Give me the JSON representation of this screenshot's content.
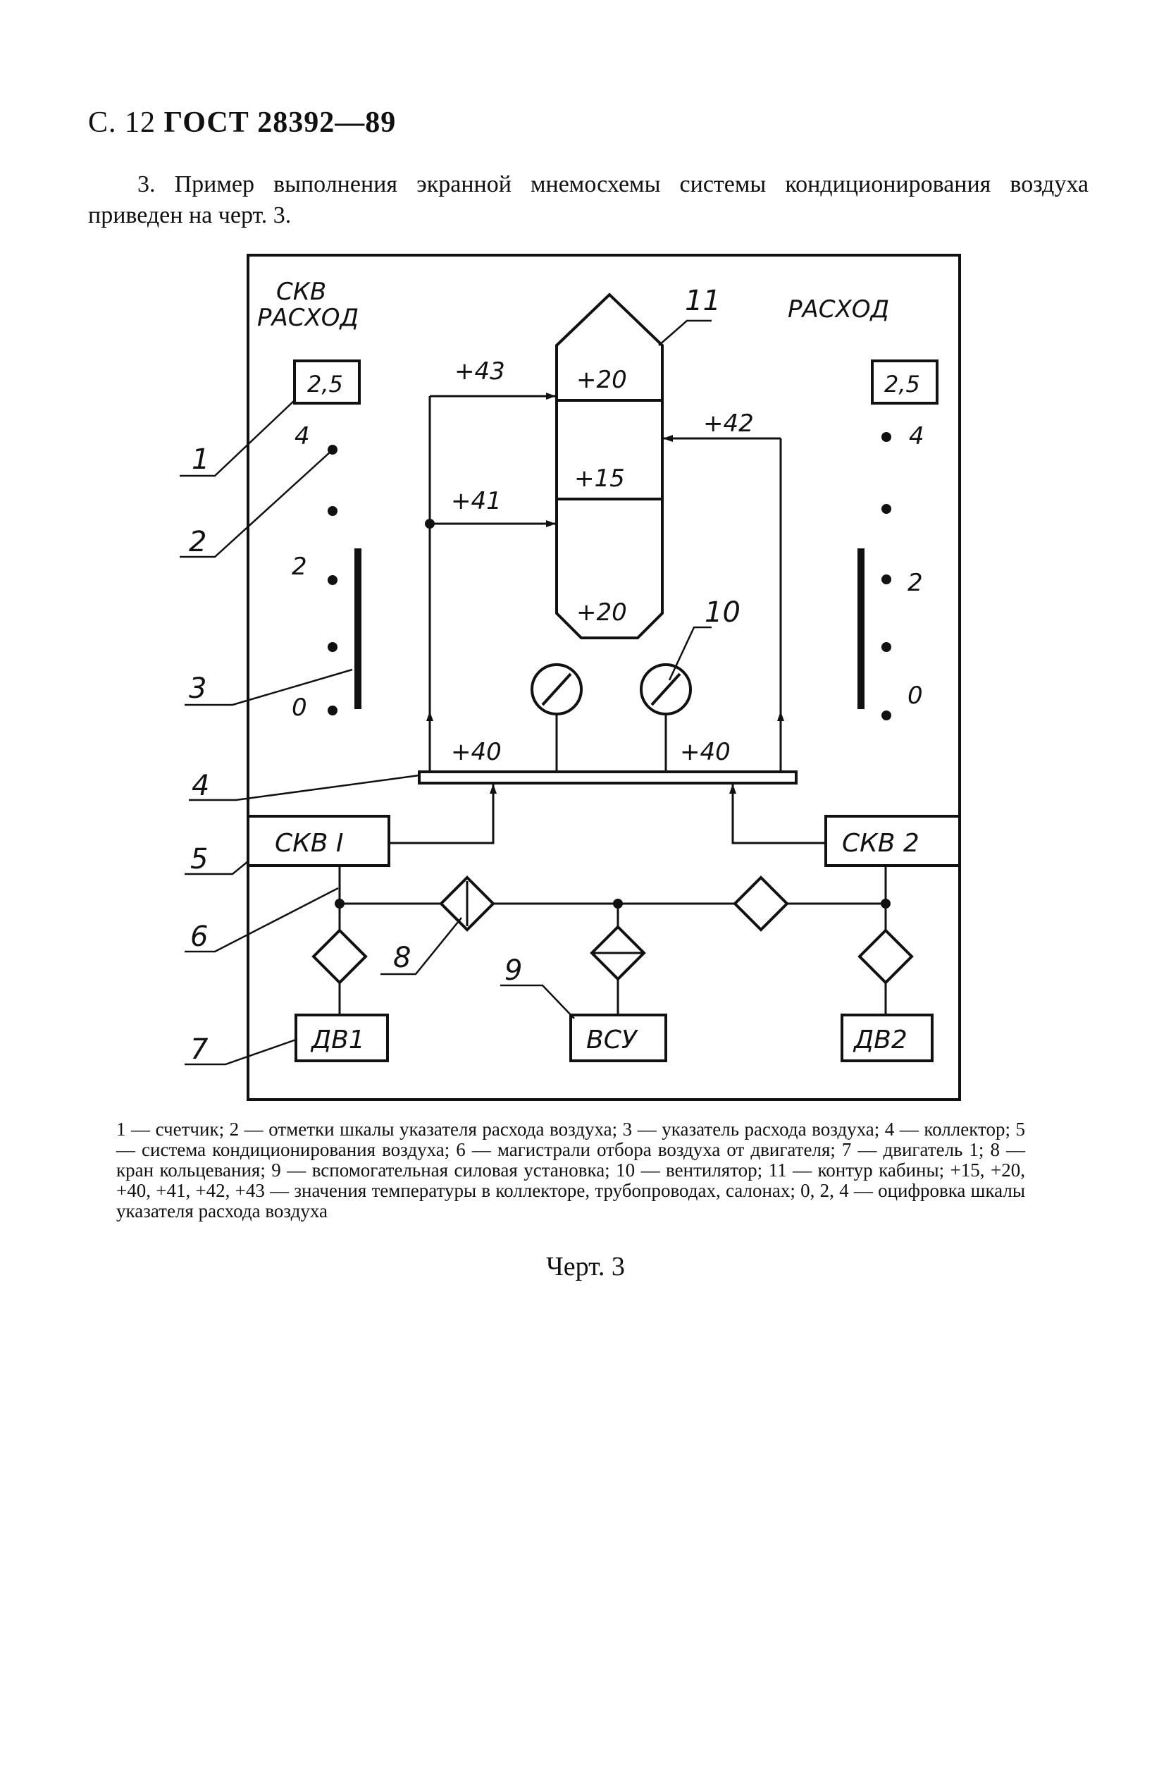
{
  "header": {
    "page": "С. 12",
    "standard": "ГОСТ 28392—89"
  },
  "intro": "3. Пример выполнения экранной мнемосхемы системы кондиционирования воздуха приведен на черт. 3.",
  "diagram": {
    "left_title_1": "СКВ",
    "left_title_2": "РАСХОД",
    "right_title": "РАСХОД",
    "left_counter": "2,5",
    "right_counter": "2,5",
    "scale_left": {
      "top": "4",
      "mid": "2",
      "bottom": "0"
    },
    "scale_right": {
      "top": "4",
      "mid": "2",
      "bottom": "0"
    },
    "temps": {
      "t43": "+43",
      "t41": "+41",
      "t42": "+42",
      "t40_left": "+40",
      "t40_right": "+40",
      "cabin_top": "+20",
      "cabin_mid": "+15",
      "cabin_bottom": "+20"
    },
    "units": {
      "skv1": "СКВ I",
      "skv2": "СКВ 2",
      "dv1": "ДВ1",
      "dv2": "ДВ2",
      "vsu": "ВСУ"
    },
    "callouts": [
      "1",
      "2",
      "3",
      "4",
      "5",
      "6",
      "7",
      "8",
      "9",
      "10",
      "11"
    ]
  },
  "caption": "1 — счетчик; 2 — отметки шкалы указателя расхода воздуха; 3 — указатель расхода воздуха; 4 — коллектор; 5 — система кондиционирования воздуха; 6 — магистрали отбора воздуха от двигателя; 7 — двигатель 1; 8 — кран кольцевания; 9 — вспомогательная силовая установка; 10 — вентилятор; 11 — контур кабины; +15, +20, +40, +41, +42, +43 — значения температуры в коллекторе, трубопроводах, салонах; 0, 2, 4 — оцифровка шкалы указателя расхода воздуха",
  "chart_label": "Черт. 3"
}
